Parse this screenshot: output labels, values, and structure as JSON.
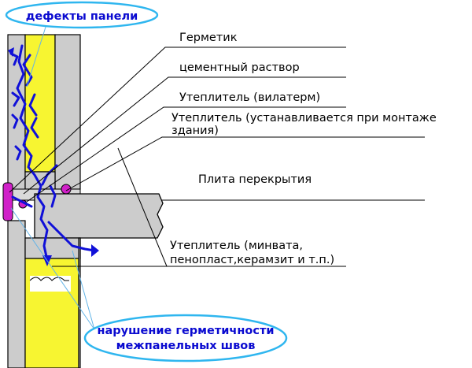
{
  "callouts": {
    "panel_defects": "дефекты панели",
    "seal_violation_line1": "нарушение герметичности",
    "seal_violation_line2": "межпанельных швов"
  },
  "labels": {
    "sealant": "Герметик",
    "cement_mortar": "цементный раствор",
    "insulation_vilaterm": "Утеплитель (вилатерм)",
    "insulation_installed_line1": "Утеплитель (устанавливается при монтаже",
    "insulation_installed_line2": "здания)",
    "floor_slab": "Плита перекрытия",
    "insulation_mineral_line1": "Утеплитель (минвата,",
    "insulation_mineral_line2": "пенопласт,керамзит и т.п.)"
  },
  "colors": {
    "panel_gray": "#cccccc",
    "insulation_yellow": "#f7f531",
    "crack_blue": "#1010d8",
    "callout_border": "#2fb6ef",
    "sealant_magenta": "#d020c8",
    "leader_line": "#000000",
    "callout_line": "#63b4e8"
  }
}
